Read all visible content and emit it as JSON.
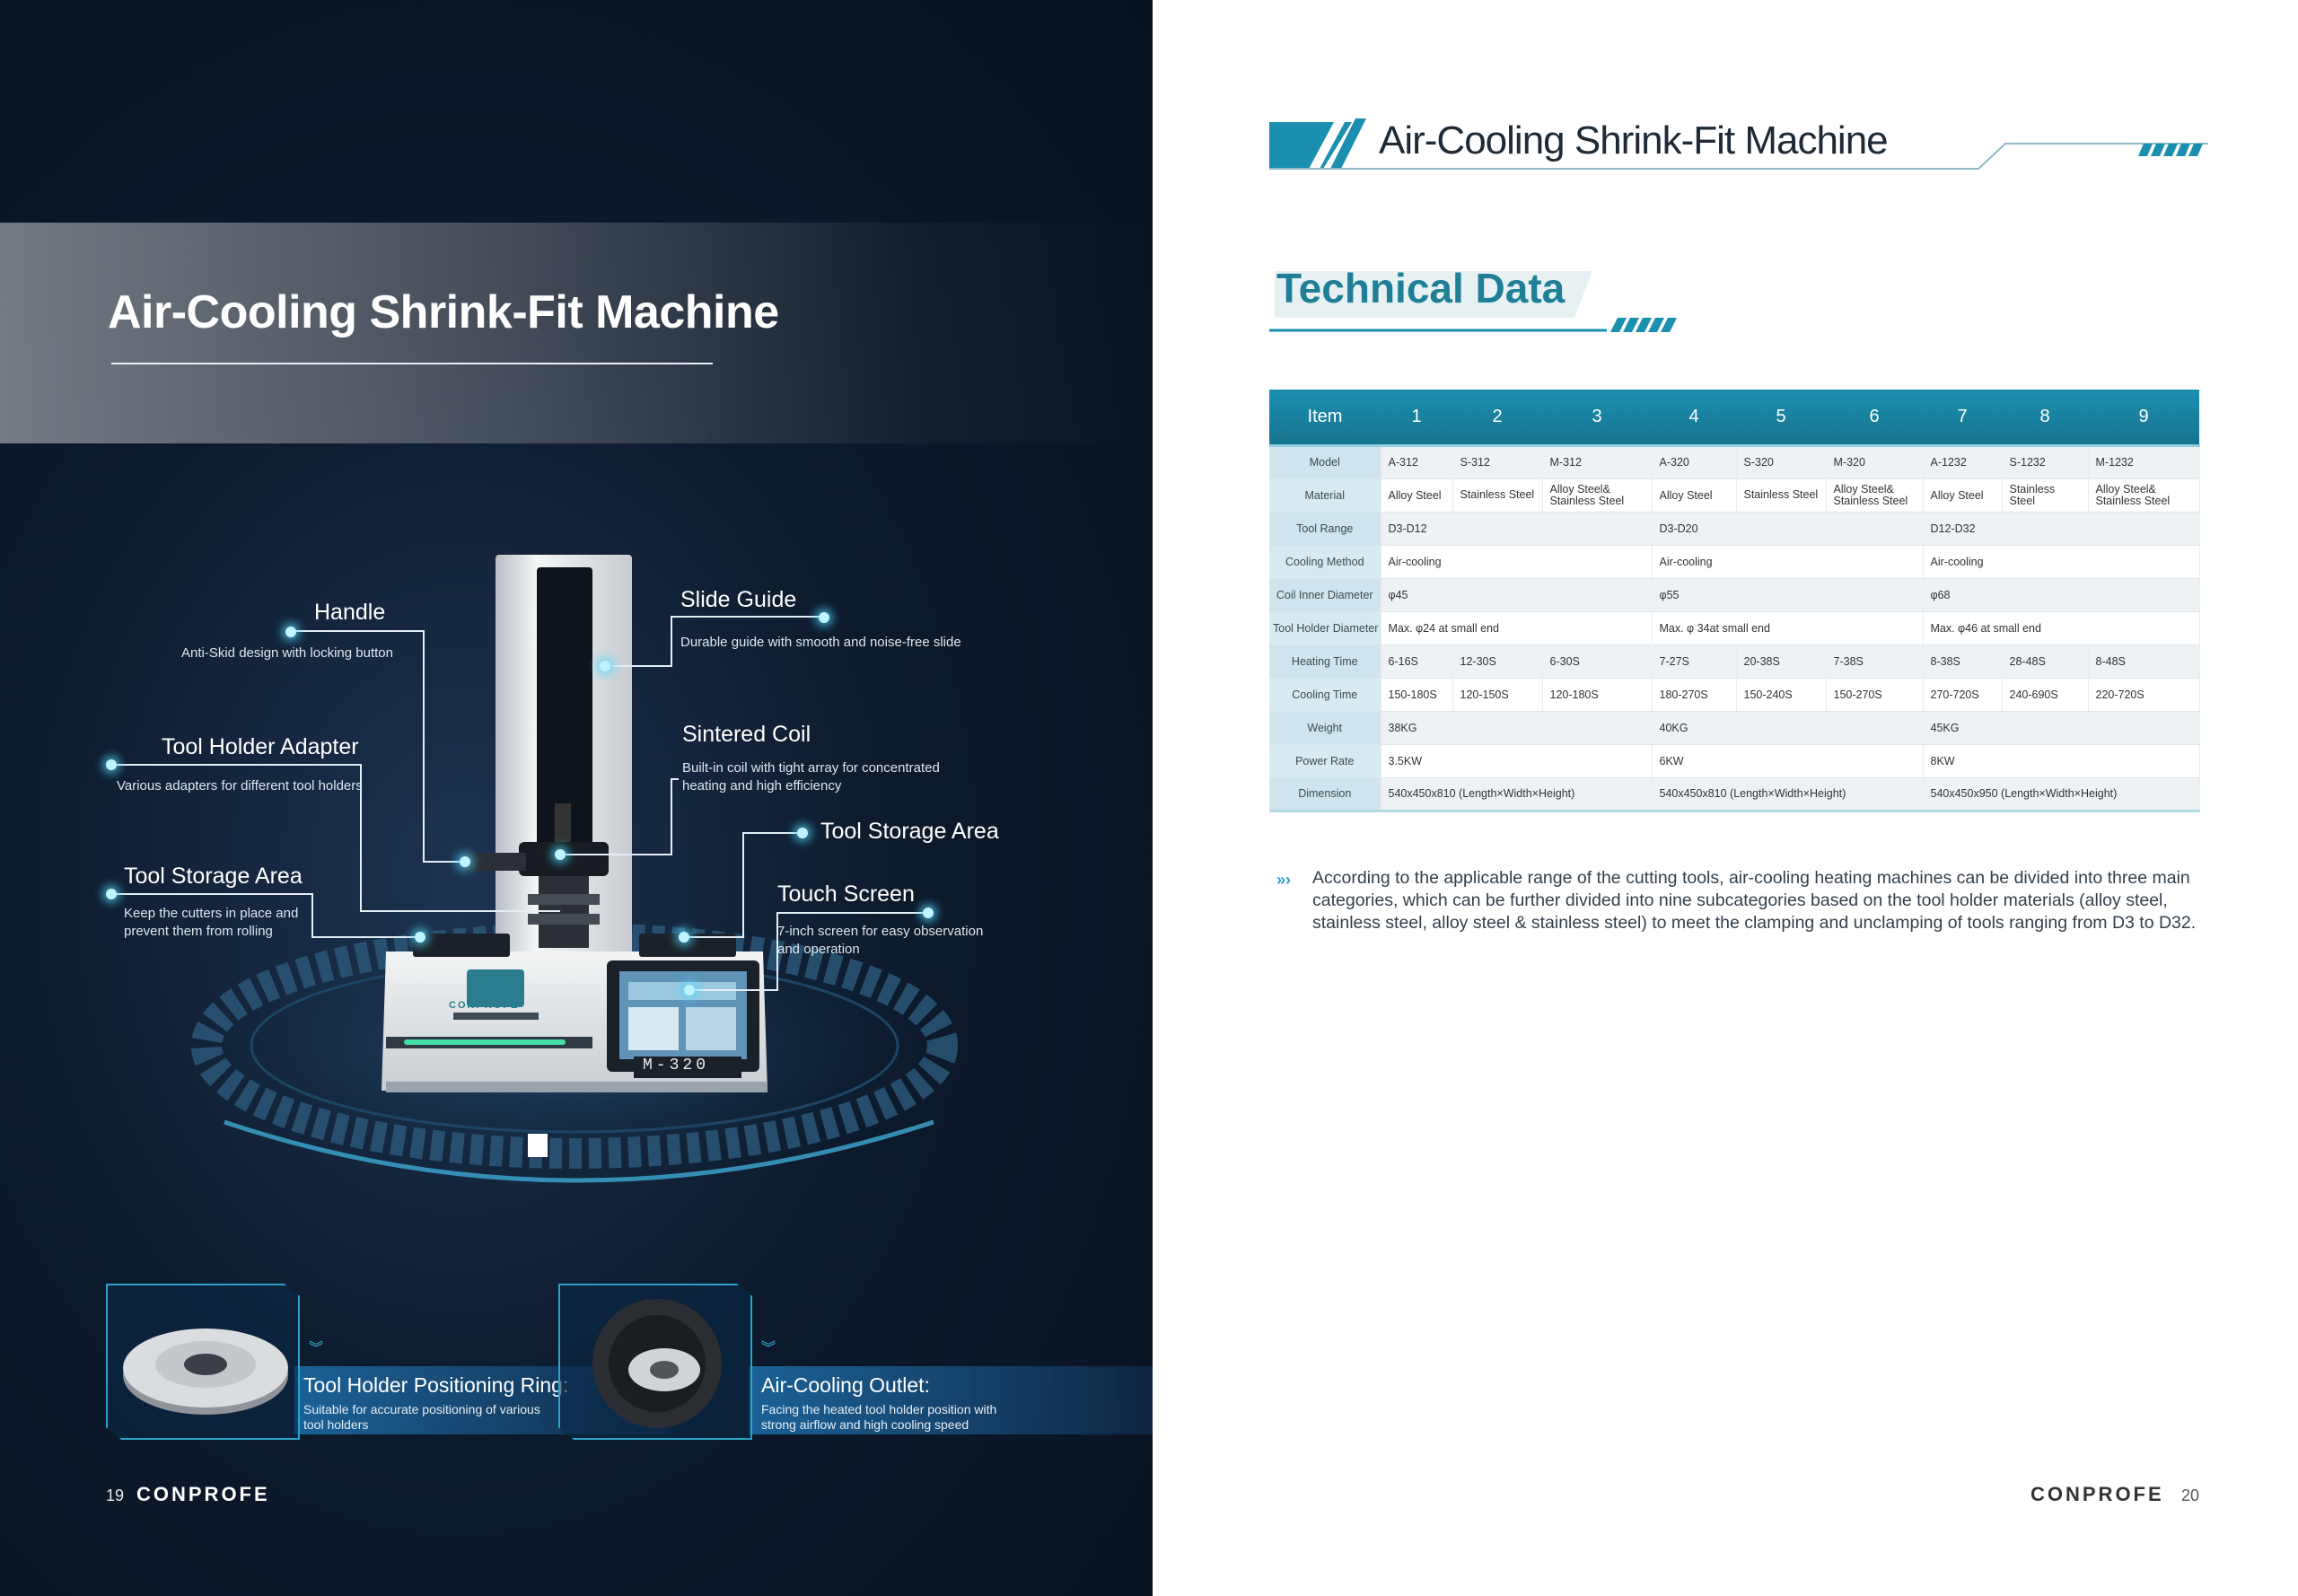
{
  "left": {
    "title": "Air-Cooling Shrink-Fit Machine",
    "machine_model": "M-320",
    "machine_brand": "CONPROFE",
    "callouts": [
      {
        "title": "Handle",
        "desc": "Anti-Skid design with locking button"
      },
      {
        "title": "Slide Guide",
        "desc": "Durable guide with smooth and noise-free slide"
      },
      {
        "title": "Tool Holder Adapter",
        "desc": "Various adapters for different tool holders"
      },
      {
        "title": "Sintered Coil",
        "desc": "Built-in coil with tight array for concentrated heating and high efficiency"
      },
      {
        "title": "Tool Storage Area",
        "desc": ""
      },
      {
        "title": "Tool Storage Area",
        "desc": "Keep the cutters in place and prevent them from rolling"
      },
      {
        "title": "Touch Screen",
        "desc": "7-inch screen for easy observation and operation"
      }
    ],
    "features": [
      {
        "title": "Tool Holder Positioning Ring:",
        "desc": "Suitable for accurate positioning of various tool holders"
      },
      {
        "title": "Air-Cooling Outlet:",
        "desc": "Facing the heated tool holder position with strong airflow and high cooling speed"
      }
    ],
    "page_number": "19",
    "logo": "CONPROFE"
  },
  "right": {
    "header_title": "Air-Cooling Shrink-Fit Machine",
    "section_title": "Technical Data",
    "table": {
      "headers": [
        "Item",
        "1",
        "2",
        "3",
        "4",
        "5",
        "6",
        "7",
        "8",
        "9"
      ],
      "rows": [
        {
          "label": "Model",
          "cells": [
            {
              "text": "A-312"
            },
            {
              "text": "S-312"
            },
            {
              "text": "M-312"
            },
            {
              "text": "A-320"
            },
            {
              "text": "S-320"
            },
            {
              "text": "M-320"
            },
            {
              "text": "A-1232"
            },
            {
              "text": "S-1232"
            },
            {
              "text": "M-1232"
            }
          ]
        },
        {
          "label": "Material",
          "cells": [
            {
              "text": "Alloy Steel"
            },
            {
              "text": "Stainless Steel"
            },
            {
              "text": "Alloy Steel& Stainless Steel"
            },
            {
              "text": "Alloy Steel"
            },
            {
              "text": "Stainless Steel"
            },
            {
              "text": "Alloy Steel& Stainless Steel"
            },
            {
              "text": "Alloy Steel"
            },
            {
              "text": "Stainless Steel"
            },
            {
              "text": "Alloy Steel& Stainless Steel"
            }
          ]
        },
        {
          "label": "Tool Range",
          "cells": [
            {
              "text": "D3-D12",
              "span": 3
            },
            {
              "text": "D3-D20",
              "span": 3
            },
            {
              "text": "D12-D32",
              "span": 3
            }
          ]
        },
        {
          "label": "Cooling Method",
          "cells": [
            {
              "text": "Air-cooling",
              "span": 3
            },
            {
              "text": "Air-cooling",
              "span": 3
            },
            {
              "text": "Air-cooling",
              "span": 3
            }
          ]
        },
        {
          "label": "Coil Inner Diameter",
          "cells": [
            {
              "text": "φ45",
              "span": 3
            },
            {
              "text": "φ55",
              "span": 3
            },
            {
              "text": "φ68",
              "span": 3
            }
          ]
        },
        {
          "label": "Tool Holder Diameter",
          "cells": [
            {
              "text": "Max. φ24 at small end",
              "span": 3
            },
            {
              "text": "Max. φ 34at small end",
              "span": 3
            },
            {
              "text": "Max. φ46 at small end",
              "span": 3
            }
          ]
        },
        {
          "label": "Heating Time",
          "cells": [
            {
              "text": "6-16S"
            },
            {
              "text": "12-30S"
            },
            {
              "text": "6-30S"
            },
            {
              "text": "7-27S"
            },
            {
              "text": "20-38S"
            },
            {
              "text": "7-38S"
            },
            {
              "text": "8-38S"
            },
            {
              "text": "28-48S"
            },
            {
              "text": "8-48S"
            }
          ]
        },
        {
          "label": "Cooling Time",
          "cells": [
            {
              "text": "150-180S"
            },
            {
              "text": "120-150S"
            },
            {
              "text": "120-180S"
            },
            {
              "text": "180-270S"
            },
            {
              "text": "150-240S"
            },
            {
              "text": "150-270S"
            },
            {
              "text": "270-720S"
            },
            {
              "text": "240-690S"
            },
            {
              "text": "220-720S"
            }
          ]
        },
        {
          "label": "Weight",
          "cells": [
            {
              "text": "38KG",
              "span": 3
            },
            {
              "text": "40KG",
              "span": 3
            },
            {
              "text": "45KG",
              "span": 3
            }
          ]
        },
        {
          "label": "Power Rate",
          "cells": [
            {
              "text": "3.5KW",
              "span": 3
            },
            {
              "text": "6KW",
              "span": 3
            },
            {
              "text": "8KW",
              "span": 3
            }
          ]
        },
        {
          "label": "Dimension",
          "cells": [
            {
              "text": "540x450x810 (Length×Width×Height)",
              "span": 3
            },
            {
              "text": "540x450x810 (Length×Width×Height)",
              "span": 3
            },
            {
              "text": "540x450x950 (Length×Width×Height)",
              "span": 3
            }
          ]
        }
      ]
    },
    "note": "According to the applicable range of the cutting tools, air-cooling heating machines can be divided into three main categories, which can be further divided into nine subcategories based on the tool holder materials (alloy steel, stainless steel, alloy steel & stainless steel) to meet the clamping and unclamping of tools ranging from D3 to D32.",
    "logo": "CONPROFE",
    "page_number": "20",
    "colors": {
      "accent": "#1f8aab",
      "header_dark": "#17748f"
    }
  }
}
